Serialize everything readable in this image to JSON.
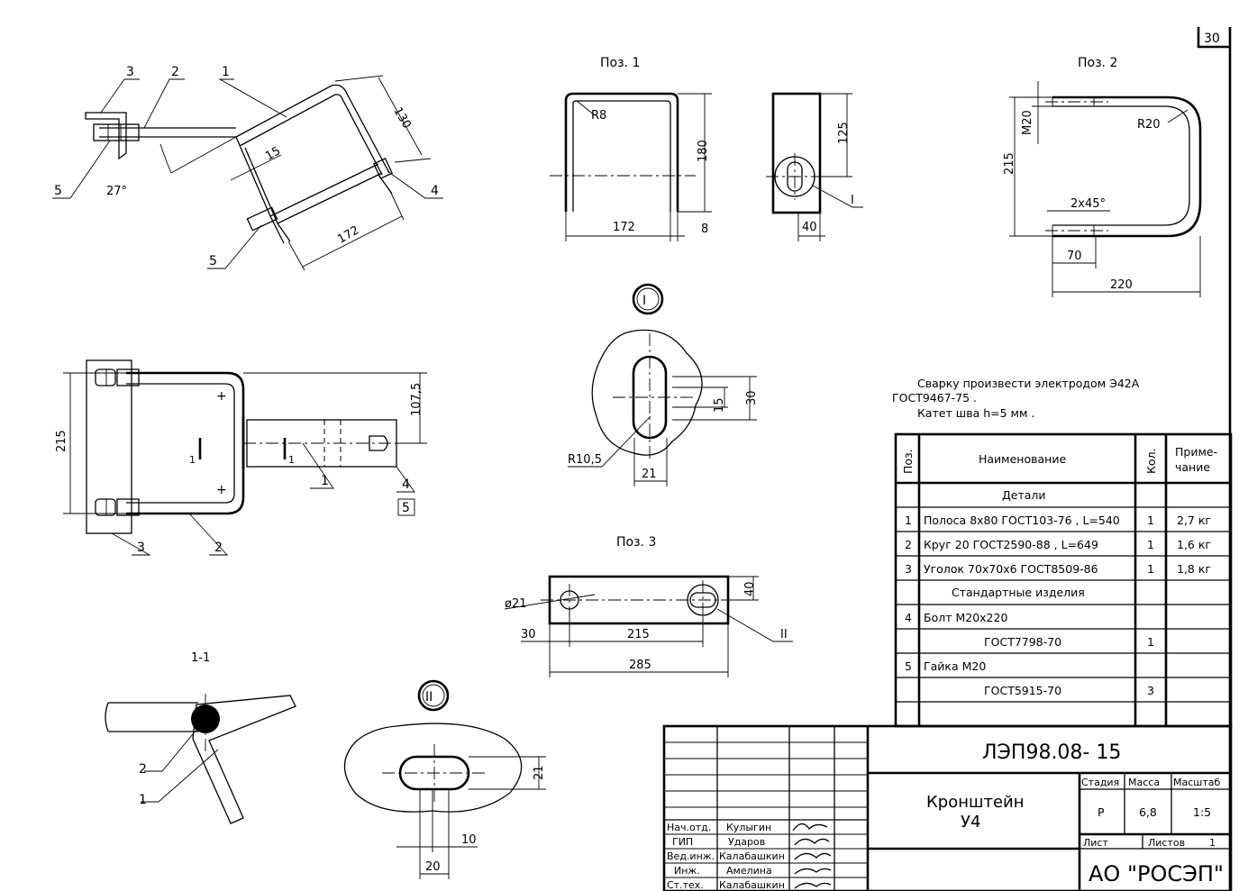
{
  "sheet_number": "30",
  "drawing_code": "ЛЭП98.08- 15",
  "title_line1": "Кронштейн",
  "title_line2": "У4",
  "company": "АО \"РОСЭП\"",
  "stage": {
    "h_stage": "Стадия",
    "h_mass": "Масса",
    "h_scale": "Масштаб",
    "stage": "Р",
    "mass": "6,8",
    "scale": "1:5"
  },
  "sheet_info": {
    "sheet": "Лист",
    "sheets": "Листов",
    "sheets_count": "1"
  },
  "signatures": [
    {
      "role": "Нач.отд.",
      "name": "Кулыгин"
    },
    {
      "role": "ГИП",
      "name": "Ударов"
    },
    {
      "role": "Вед.инж.",
      "name": "Калабашкин"
    },
    {
      "role": "Инж.",
      "name": "Амелина"
    },
    {
      "role": "Ст.тех.",
      "name": "Калабашкин"
    }
  ],
  "notes": {
    "line1": "Сварку произвести электродом Э42А",
    "line2": "ГОСТ9467-75 .",
    "line3": "Катет шва h=5 мм ."
  },
  "spec": {
    "h_pos": "Поз.",
    "h_name": "Наименование",
    "h_qty": "Кол.",
    "h_note": "Приме-\nчание",
    "h_note_1": "Приме-",
    "h_note_2": "чание",
    "sec_details": "Детали",
    "sec_standard": "Стандартные изделия",
    "rows": [
      {
        "pos": "1",
        "name": "Полоса 8х80 ГОСТ103-76 , L=540",
        "qty": "1",
        "note": "2,7 кг"
      },
      {
        "pos": "2",
        "name": "Круг 20 ГОСТ2590-88 , L=649",
        "qty": "1",
        "note": "1,6 кг"
      },
      {
        "pos": "3",
        "name": "Уголок 70х70х6 ГОСТ8509-86",
        "qty": "1",
        "note": "1,8 кг"
      },
      {
        "pos": "4",
        "name": "Болт М20х220",
        "qty": "",
        "note": ""
      },
      {
        "pos": "",
        "name": "ГОСТ7798-70",
        "qty": "1",
        "note": ""
      },
      {
        "pos": "5",
        "name": "Гайка М20",
        "qty": "",
        "note": ""
      },
      {
        "pos": "",
        "name": "ГОСТ5915-70",
        "qty": "3",
        "note": ""
      }
    ]
  },
  "views": {
    "poz1": "Поз. 1",
    "poz2": "Поз. 2",
    "poz3": "Поз. 3",
    "section": "1-1",
    "detail1": "I",
    "detail2": "II"
  },
  "dims": {
    "iso_130": "130",
    "iso_15": "15",
    "iso_172": "172",
    "iso_27": "27°",
    "p1_R8": "R8",
    "p1_180": "180",
    "p1_172": "172",
    "p1_8": "8",
    "p1_125": "125",
    "p1_40": "40",
    "p2_M20": "М20",
    "p2_R20": "R20",
    "p2_215": "215",
    "p2_chamfer": "2х45°",
    "p2_70": "70",
    "p2_220": "220",
    "fv_215": "215",
    "fv_1075": "107,5",
    "d1_R105": "R10,5",
    "d1_30": "30",
    "d1_15": "15",
    "d1_21": "21",
    "p3_dia": "ø21",
    "p3_30": "30",
    "p3_215": "215",
    "p3_285": "285",
    "p3_40": "40",
    "d2_21": "21",
    "d2_10": "10",
    "d2_20": "20"
  },
  "leaders": {
    "l1": "1",
    "l2": "2",
    "l3": "3",
    "l4": "4",
    "l5": "5",
    "l5b": "5",
    "fv_1": "1",
    "fv_2": "2",
    "fv_3": "3",
    "fv_4": "4",
    "fv_5": "5",
    "sec_1": "1",
    "sec_2": "2",
    "cut_mark": "1",
    "cut_mark2": "1",
    "p1_ref": "I",
    "p3_ref": "II"
  }
}
